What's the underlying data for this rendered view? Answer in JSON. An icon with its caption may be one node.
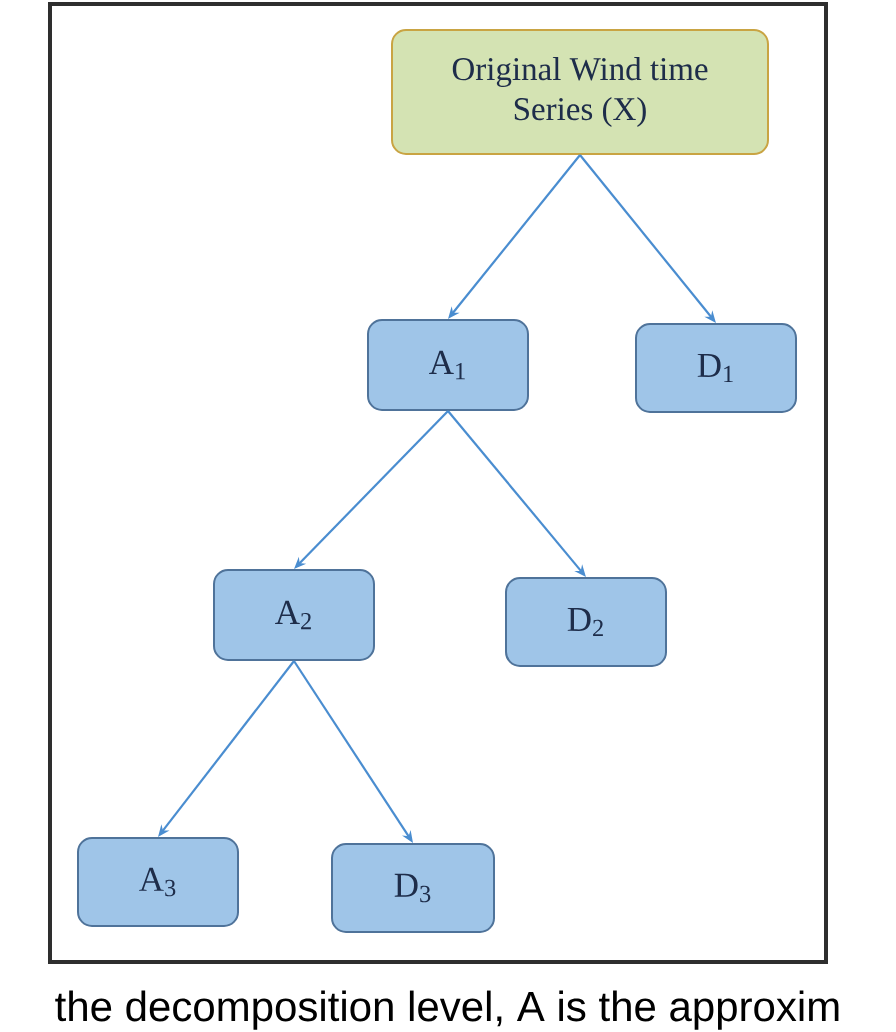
{
  "diagram": {
    "nodes": [
      {
        "text": [
          "Original Wind time Series (X)"
        ]
      },
      {
        "text": [
          "A$_{1}$"
        ]
      },
      {
        "text": [
          "D$_{1}$"
        ]
      },
      {
        "text": [
          "A$_{2}$"
        ]
      },
      {
        "text": [
          "D$_{2}$"
        ]
      },
      {
        "text": [
          "A$_{3}$"
        ]
      },
      {
        "text": [
          "D$_{3}$"
        ]
      }
    ],
    "edges": [
      {
        "from": 0,
        "to": 1,
        "arrow": "to"
      },
      {
        "from": 0,
        "to": 2,
        "arrow": "to"
      },
      {
        "from": 1,
        "to": 3,
        "arrow": "to"
      },
      {
        "from": 1,
        "to": 4,
        "arrow": "to"
      },
      {
        "from": 3,
        "to": 5,
        "arrow": "to"
      },
      {
        "from": 3,
        "to": 6,
        "arrow": "to"
      }
    ],
    "labels": [
      "the decomposition level, A is the approxim"
    ]
  }
}
